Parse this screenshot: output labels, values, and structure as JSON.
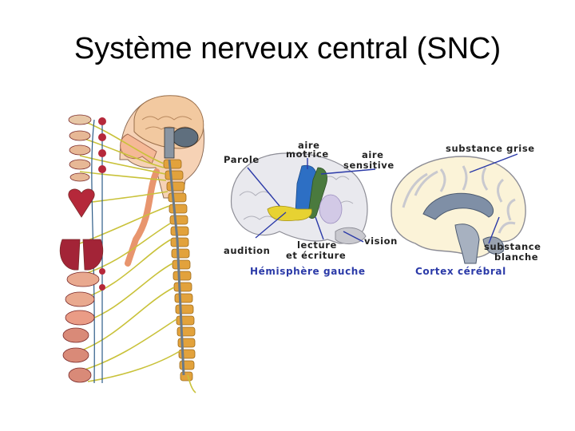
{
  "slide": {
    "title": "Système nerveux central (SNC)"
  },
  "hemisphere": {
    "labels": {
      "parole": "Parole",
      "aire_motrice_1": "aire",
      "aire_motrice_2": "motrice",
      "aire_sensitive_1": "aire",
      "aire_sensitive_2": "sensitive",
      "audition": "audition",
      "lecture_1": "lecture",
      "lecture_2": "et écriture",
      "vision": "vision"
    },
    "caption": "Hémisphère gauche"
  },
  "cortex": {
    "labels": {
      "substance_grise": "substance grise",
      "substance_blanche_1": "substance",
      "substance_blanche_2": "blanche"
    },
    "caption": "Cortex cérébral"
  },
  "colors": {
    "caption": "#2b3aa8",
    "pointer": "#2b3aa8",
    "spine": "#e2a23c",
    "nerves": "#c9c23a",
    "organs": "#b5283a"
  }
}
